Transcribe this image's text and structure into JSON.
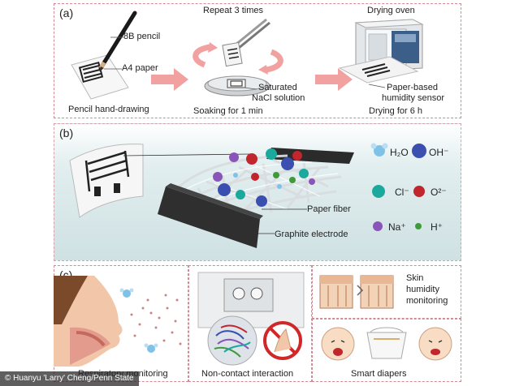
{
  "panel_a": {
    "label": "(a)",
    "pencil_label": "8B pencil",
    "paper_label": "A4 paper",
    "step1_caption": "Pencil hand-drawing",
    "repeat_label": "Repeat 3 times",
    "solution_label_line1": "Saturated",
    "solution_label_line2": "NaCl solution",
    "step2_caption": "Soaking for 1 min",
    "oven_label": "Drying oven",
    "sensor_label_line1": "Paper-based",
    "sensor_label_line2": "humidity sensor",
    "step3_caption": "Drying for 6 h"
  },
  "panel_b": {
    "label": "(b)",
    "legend": {
      "h2o": "H₂O",
      "oh": "OH⁻",
      "cl": "Cl⁻",
      "o2": "O²⁻",
      "na": "Na⁺",
      "h": "H⁺"
    },
    "fiber_label": "Paper fiber",
    "electrode_label": "Graphite electrode",
    "colors": {
      "oh": "#3a4fb0",
      "cl": "#1aa99c",
      "o2": "#c0262c",
      "na": "#8a55b8",
      "h": "#3f9a3a",
      "h2o": "#7fc2e8"
    }
  },
  "panel_c": {
    "label": "(c)",
    "app1": "Respiratory monitoring",
    "app2": "Non-contact interaction",
    "app3_line1": "Skin",
    "app3_line2": "humidity",
    "app3_line3": "monitoring",
    "app4": "Smart diapers"
  },
  "credit": "© Huanyu 'Larry' Cheng/Penn State"
}
